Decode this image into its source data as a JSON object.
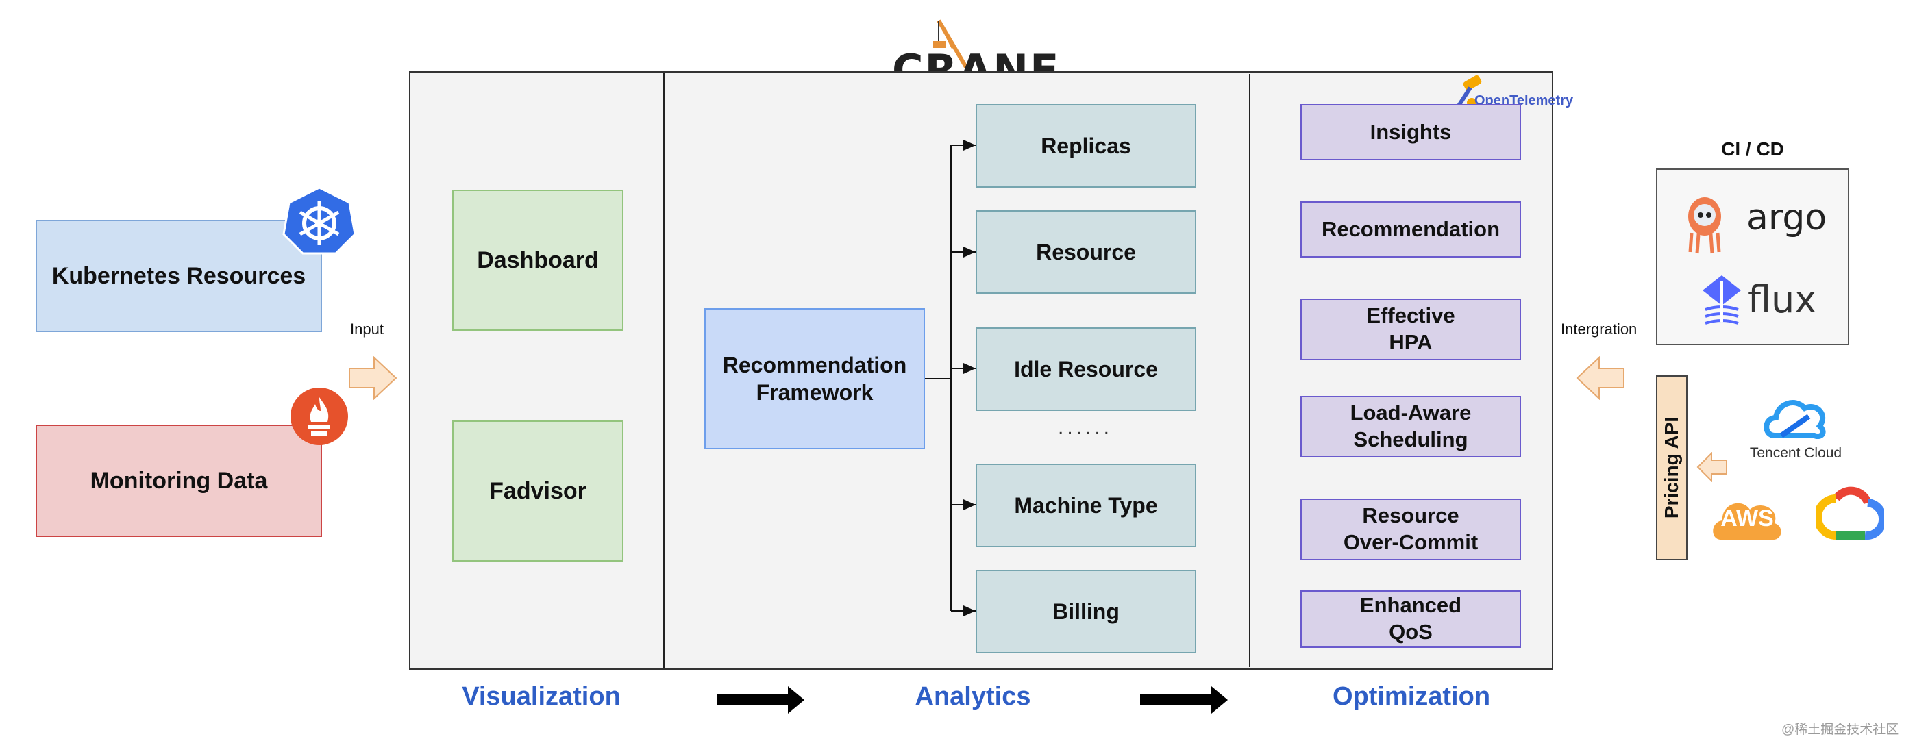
{
  "logo": {
    "text": "CRANE"
  },
  "opentelemetry_logo": {
    "text": "OpenTelemetry"
  },
  "inputs": {
    "kubernetes_label": "Kubernetes Resources",
    "monitoring_label": "Monitoring Data",
    "input_label": "Input"
  },
  "visualization": {
    "dashboard": "Dashboard",
    "fadvisor": "Fadvisor",
    "stage_label": "Visualization"
  },
  "analytics": {
    "framework": "Recommendation\nFramework",
    "targets": [
      "Replicas",
      "Resource",
      "Idle Resource",
      "Machine Type",
      "Billing"
    ],
    "ellipsis": "......",
    "stage_label": "Analytics"
  },
  "optimization": {
    "items": [
      "Insights",
      "Recommendation",
      "Effective\nHPA",
      "Load-Aware\nScheduling",
      "Resource\nOver-Commit",
      "Enhanced\nQoS"
    ],
    "stage_label": "Optimization"
  },
  "integration": {
    "label": "Intergration",
    "cicd_title": "CI / CD",
    "argo": "argo",
    "flux": "flux",
    "pricing_api": "Pricing API",
    "tencent_cloud": "Tencent Cloud",
    "aws": "AWS"
  },
  "watermark": "@稀土掘金技术社区",
  "colors": {
    "stage_blue": "#2e5ec6",
    "kubernetes_blue": "#326ce5",
    "prometheus_orange": "#e6522c",
    "arrow_fill": "#fce5cd"
  }
}
